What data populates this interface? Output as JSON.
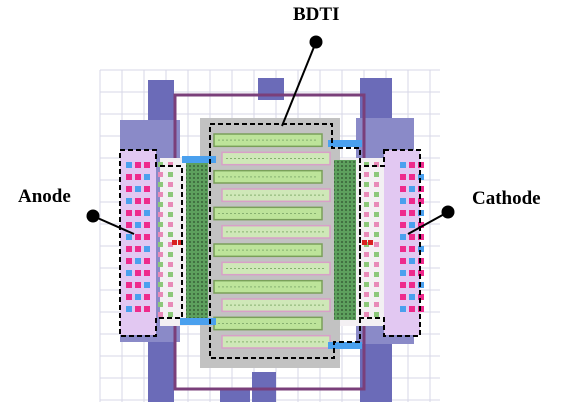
{
  "labels": {
    "bdti": "BDTI",
    "anode": "Anode",
    "cathode": "Cathode"
  },
  "colors": {
    "pad_blue": "#6b6bb8",
    "pad_blue_light": "#8a8ac8",
    "terminal_fill": "#e2c8f2",
    "guard_ring": "#7a3f7a",
    "trench_fill": "#c2c2c2",
    "finger_green": "#bde49a",
    "finger_pink": "#d8a0c8",
    "contact_magenta": "#ee2a8c",
    "contact_blue": "#4aa0ee",
    "contact_red": "#d82020",
    "grid_line": "#d7d7e7"
  }
}
